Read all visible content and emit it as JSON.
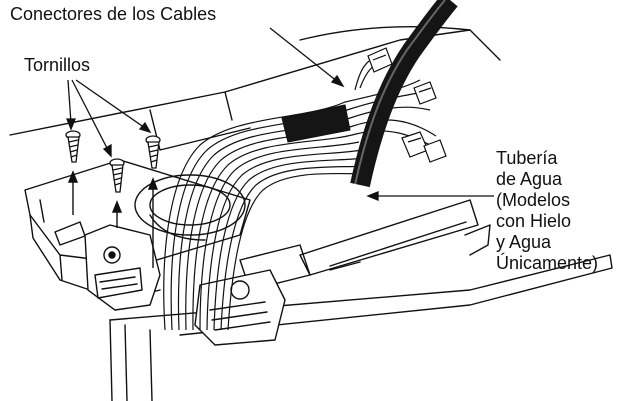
{
  "labels": {
    "cable_connectors": "Conectores de los Cables",
    "screws": "Tornillos",
    "water_line": [
      "Tubería",
      "de Agua",
      "(Modelos",
      "con Hielo",
      "y Agua",
      "Únicamente)"
    ]
  },
  "colors": {
    "ink": "#111111",
    "background": "#ffffff",
    "hose": "#151515"
  }
}
